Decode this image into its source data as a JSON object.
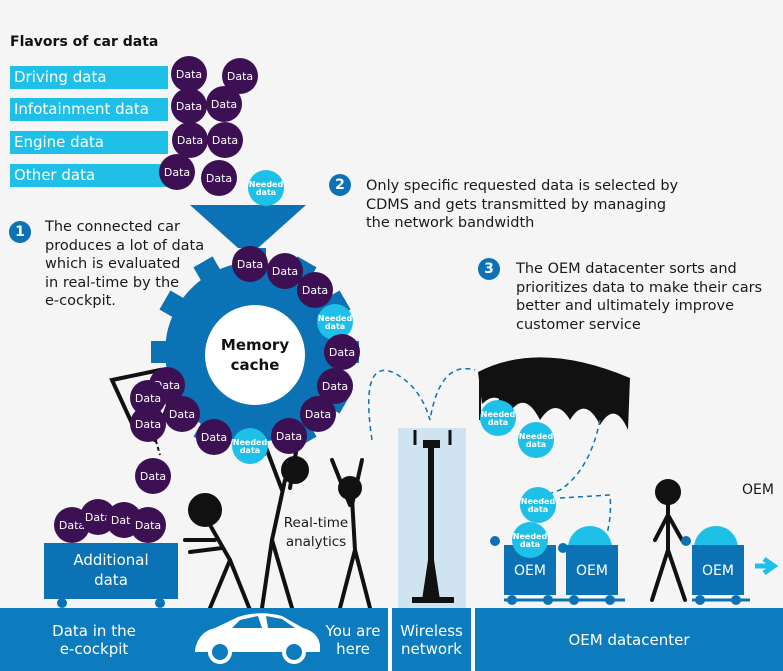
{
  "title": "Flavors of car data",
  "flavors": [
    "Driving data",
    "Infotainment data",
    "Engine data",
    "Other data"
  ],
  "bubbles": {
    "data": "Data",
    "needed_line1": "Needed",
    "needed_line2": "data"
  },
  "steps": [
    {
      "num": "1",
      "text": [
        "The connected car",
        "produces a lot of data",
        "which is evaluated",
        "in real-time by the",
        "e-cockpit."
      ]
    },
    {
      "num": "2",
      "text": [
        "Only specific requested data is selected by",
        "CDMS and gets transmitted by managing",
        "the network bandwidth"
      ]
    },
    {
      "num": "3",
      "text": [
        "The OEM datacenter sorts and",
        "prioritizes data to make their cars",
        "better and ultimately improve",
        "customer service"
      ]
    }
  ],
  "memory_cache": [
    "Memory",
    "cache"
  ],
  "realtime": [
    "Real-time",
    "analytics"
  ],
  "additional": [
    "Additional",
    "data"
  ],
  "oem_label": "OEM",
  "bottom": {
    "cockpit": [
      "Data in the",
      "e-cockpit"
    ],
    "you_are_here": [
      "You are",
      "here"
    ],
    "wireless": [
      "Wireless",
      "network"
    ],
    "datacenter": "OEM datacenter"
  },
  "colors": {
    "dark_purple": "#3c1053",
    "cyan": "#1ec0e8",
    "blue": "#0a72b5",
    "bar": "#0d7cbf"
  }
}
